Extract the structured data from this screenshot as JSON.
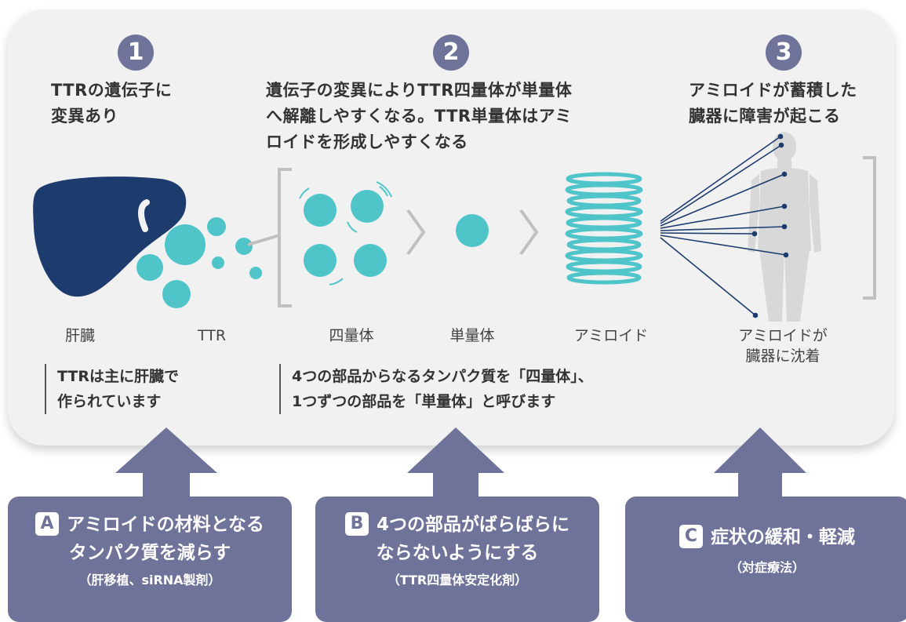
{
  "steps": [
    {
      "number": "1",
      "text": "TTRの遺伝子に\n変異あり"
    },
    {
      "number": "2",
      "text": "遺伝子の変異によりTTR四量体が単量体\nへ解離しやすくなる。TTR単量体はアミ\nロイドを形成しやすくなる"
    },
    {
      "number": "3",
      "text": "アミロイドが蓄積した\n臓器に障害が起こる"
    }
  ],
  "labels": {
    "liver": "肝臓",
    "ttr": "TTR",
    "tetramer": "四量体",
    "monomer": "単量体",
    "amyloid": "アミロイド",
    "deposit": "アミロイドが\n臓器に沈着"
  },
  "notes": {
    "liver_note": "TTRは主に肝臓で\n作られています",
    "parts_note": "4つの部品からなるタンパク質を「四量体」、\n1つずつの部品を「単量体」と呼びます"
  },
  "treatments": [
    {
      "badge": "A",
      "title_line1": "アミロイドの材料となる",
      "title_line2": "タンパク質を減らす",
      "subtitle": "（肝移植、siRNA製剤）"
    },
    {
      "badge": "B",
      "title_line1": "4つの部品がばらばらに",
      "title_line2": "ならないようにする",
      "subtitle": "（TTR四量体安定化剤）"
    },
    {
      "badge": "C",
      "title_line1": "症状の緩和・軽減",
      "title_line2": "",
      "subtitle": "（対症療法）"
    }
  ],
  "colors": {
    "navy": "#1d3b6d",
    "teal": "#4fc4c9",
    "purple": "#6f7399",
    "panel": "#f1f1f2",
    "bracket": "#c0c0c0"
  }
}
